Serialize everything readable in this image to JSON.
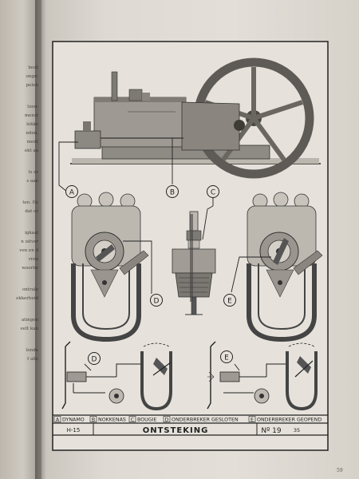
{
  "left_page": {
    "lines": [
      "bout",
      "onge-",
      "pelen",
      "",
      "tzen-",
      "menst",
      "lekke",
      "nden.",
      "ment",
      "ekt aa",
      "",
      "ls er",
      "s aan",
      "",
      "ten. Ee",
      "dat er",
      "",
      "igkaal",
      "n uitver",
      "ven en d",
      "rren",
      "woorbe",
      "",
      "ontrale",
      "okkerheid",
      "",
      "atingen",
      "eelt kan",
      "",
      "lende",
      "f alle"
    ]
  },
  "plate": {
    "callouts": [
      "A",
      "B",
      "C",
      "D",
      "E",
      "D",
      "E"
    ],
    "legend": [
      {
        "key": "A",
        "label": "DYNAMO"
      },
      {
        "key": "B",
        "label": "NOKKENAS"
      },
      {
        "key": "C",
        "label": "BOUGIE"
      },
      {
        "key": "D",
        "label": "ONDERBREKER GESLOTEN"
      },
      {
        "key": "E",
        "label": "ONDERBREKER GEOPEND"
      }
    ],
    "code": "H-15",
    "title": "ONTSTEKING",
    "number": "Nº 19",
    "number_suffix": "35"
  },
  "page_number": "59"
}
